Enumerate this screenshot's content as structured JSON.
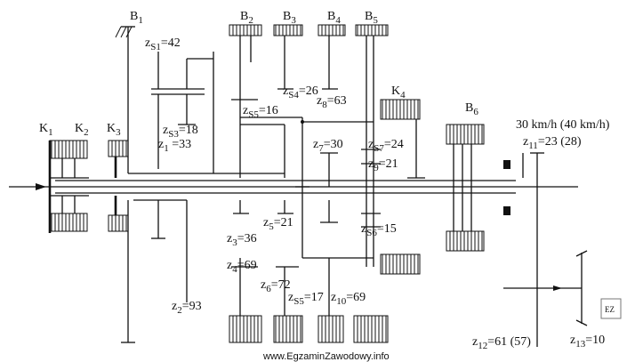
{
  "brakes": {
    "b1": {
      "main": "B",
      "sub": "1"
    },
    "b2": {
      "main": "B",
      "sub": "2"
    },
    "b3": {
      "main": "B",
      "sub": "3"
    },
    "b4": {
      "main": "B",
      "sub": "4"
    },
    "b5": {
      "main": "B",
      "sub": "5"
    },
    "b6": {
      "main": "B",
      "sub": "6"
    }
  },
  "clutches": {
    "k1": {
      "main": "K",
      "sub": "1"
    },
    "k2": {
      "main": "K",
      "sub": "2"
    },
    "k3": {
      "main": "K",
      "sub": "3"
    },
    "k4": {
      "main": "K",
      "sub": "4"
    }
  },
  "gears": {
    "zs1": {
      "main": "z",
      "sub": "S1",
      "value": "=42"
    },
    "zs3": {
      "main": "z",
      "sub": "S3",
      "value": "=18"
    },
    "z1": {
      "main": "z",
      "sub": "1",
      "value": " =33"
    },
    "zs5": {
      "main": "z",
      "sub": "S5",
      "value": "=16"
    },
    "zs4": {
      "main": "z",
      "sub": "S4",
      "value": "=26"
    },
    "z8": {
      "main": "z",
      "sub": "8",
      "value": "=63"
    },
    "z7": {
      "main": "z",
      "sub": "7",
      "value": "=30"
    },
    "zs7": {
      "main": "z",
      "sub": "S7",
      "value": "=24"
    },
    "z9": {
      "main": "z",
      "sub": "9",
      "value": "=21"
    },
    "z11": {
      "main": "z",
      "sub": "11",
      "value": "=23 (28)"
    },
    "z5": {
      "main": "z",
      "sub": "5",
      "value": "=21"
    },
    "z3": {
      "main": "z",
      "sub": "3",
      "value": "=36"
    },
    "zs6": {
      "main": "z",
      "sub": "S6",
      "value": "=15"
    },
    "z4": {
      "main": "z",
      "sub": "4",
      "value": "=69"
    },
    "z6": {
      "main": "z",
      "sub": "6",
      "value": "=72"
    },
    "zs5b": {
      "main": "z",
      "sub": "S5",
      "value": "=17"
    },
    "z10": {
      "main": "z",
      "sub": "10",
      "value": "=69"
    },
    "z2": {
      "main": "z",
      "sub": "2",
      "value": "=93"
    },
    "z12": {
      "main": "z",
      "sub": "12",
      "value": "=61 (57)"
    },
    "z13": {
      "main": "z",
      "sub": "13",
      "value": "=10"
    }
  },
  "speed_label": "30 km/h (40 km/h)",
  "watermark": "www.EgzaminZawodowy.info",
  "logo_text": "EZ"
}
